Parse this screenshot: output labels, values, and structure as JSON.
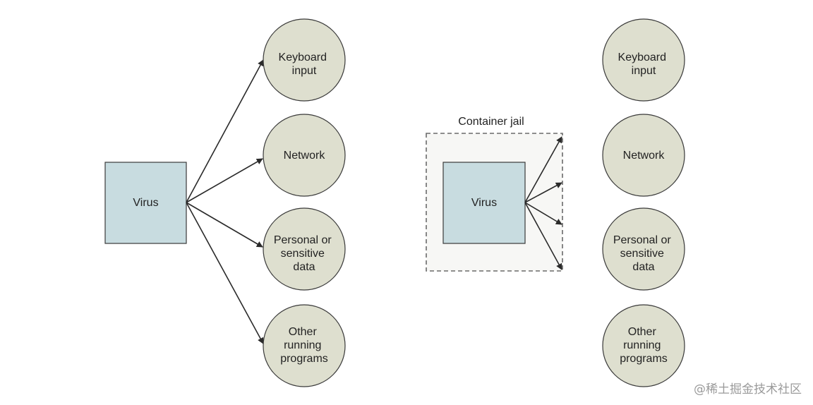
{
  "left_panel": {
    "virus_label": "Virus",
    "targets": [
      [
        "Keyboard",
        "input"
      ],
      [
        "Network"
      ],
      [
        "Personal or",
        "sensitive",
        "data"
      ],
      [
        "Other",
        "running",
        "programs"
      ]
    ]
  },
  "right_panel": {
    "jail_label": "Container jail",
    "virus_label": "Virus",
    "targets": [
      [
        "Keyboard",
        "input"
      ],
      [
        "Network"
      ],
      [
        "Personal or",
        "sensitive",
        "data"
      ],
      [
        "Other",
        "running",
        "programs"
      ]
    ]
  },
  "watermark": "@稀土掘金技术社区",
  "colors": {
    "virus_fill": "#c8dce0",
    "target_fill": "#dedfcf",
    "jail_fill": "#f7f7f5"
  }
}
